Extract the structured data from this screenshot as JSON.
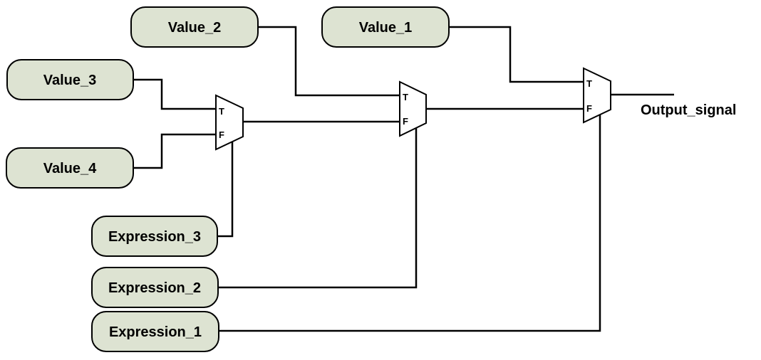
{
  "colors": {
    "box_fill": "#dde3d2",
    "line": "#000000",
    "background": "#ffffff"
  },
  "inputs": {
    "value_1": "Value_1",
    "value_2": "Value_2",
    "value_3": "Value_3",
    "value_4": "Value_4",
    "expression_1": "Expression_1",
    "expression_2": "Expression_2",
    "expression_3": "Expression_3"
  },
  "mux_labels": {
    "true": "T",
    "false": "F"
  },
  "output": {
    "label": "Output_signal"
  }
}
